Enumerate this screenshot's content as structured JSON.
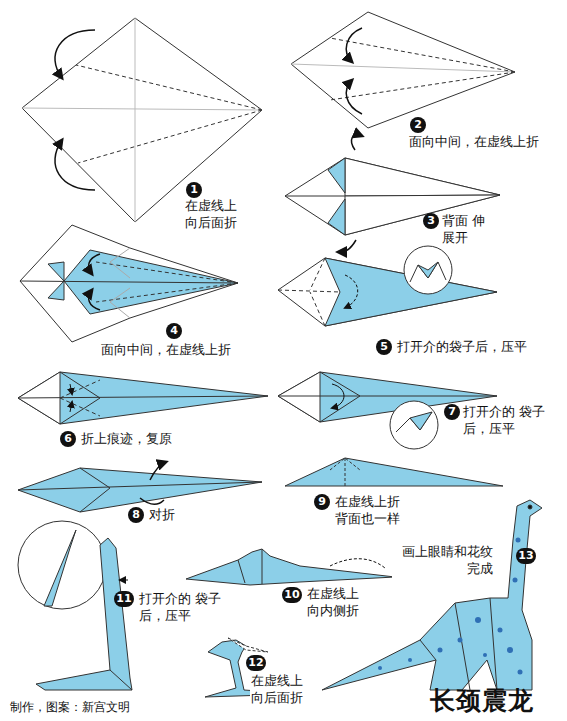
{
  "diagram": {
    "title": "长颈震龙",
    "labels": [
      "1",
      "在虚线上 向后面折",
      "2",
      "面向中间，在虚线上折",
      "3",
      "背面 伸展开",
      "4",
      "面向中间，在虚线上折",
      "5",
      "打开介的袋子后，压平",
      "6",
      "折上痕迹，复原",
      "7",
      "打开介的 袋子后，压平",
      "8",
      "对折",
      "9",
      "在虚线上折 背面也一样",
      "10",
      "在虚线上 向内侧折",
      "11",
      "打开介的 袋子后，压平",
      "12",
      "在虚线上 向后面折",
      "13",
      "画上眼睛和花纹 完成",
      "制作，图案：新宫文明"
    ]
  }
}
